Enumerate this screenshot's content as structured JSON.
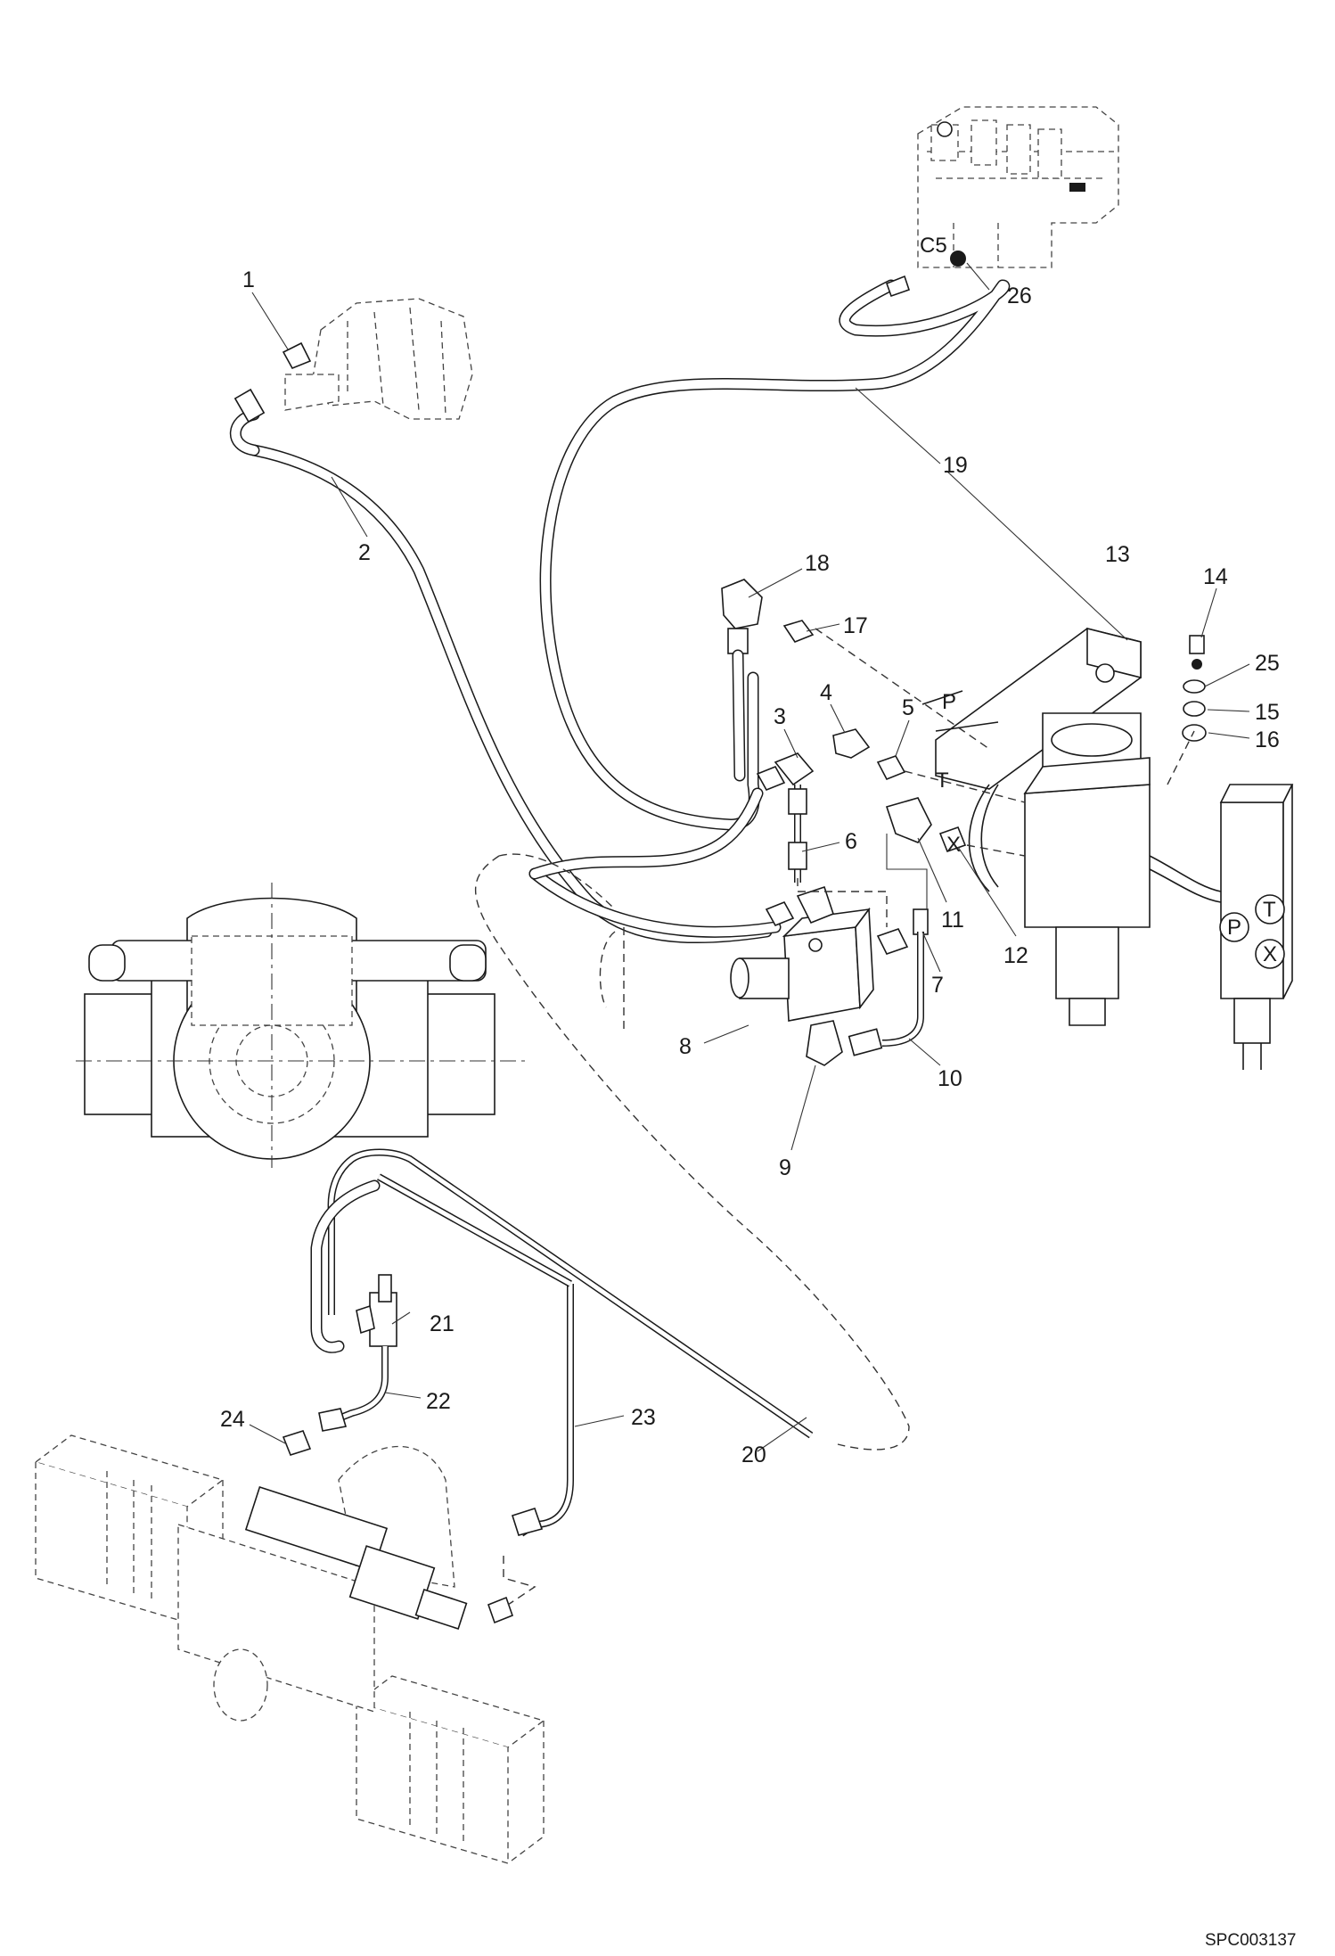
{
  "drawing": {
    "code": "SPC003137",
    "callouts": [
      "1",
      "2",
      "3",
      "4",
      "5",
      "6",
      "7",
      "8",
      "9",
      "10",
      "11",
      "12",
      "13",
      "14",
      "15",
      "16",
      "17",
      "18",
      "19",
      "20",
      "21",
      "22",
      "23",
      "24",
      "25",
      "26"
    ],
    "port_labels": {
      "p_line": "P",
      "t_line": "T",
      "x_line": "X",
      "c5": "C5",
      "valve_p": "P",
      "valve_t": "T",
      "valve_x": "X"
    }
  }
}
